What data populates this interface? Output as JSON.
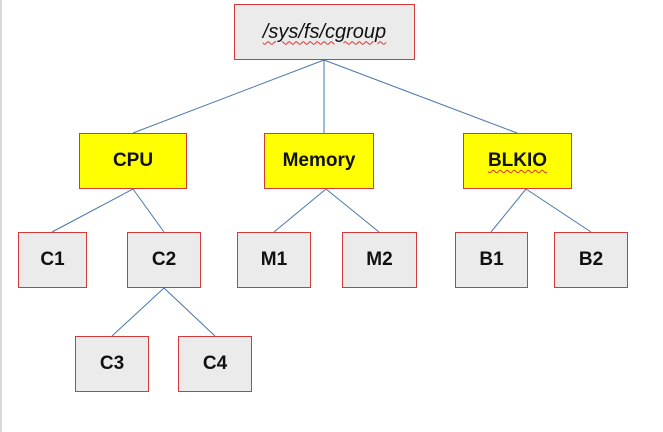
{
  "root": {
    "label": "/sys/fs/cgroup"
  },
  "controllers": {
    "cpu": {
      "label": "CPU"
    },
    "memory": {
      "label": "Memory"
    },
    "blkio": {
      "label": "BLKIO"
    }
  },
  "groups": {
    "c1": "C1",
    "c2": "C2",
    "c3": "C3",
    "c4": "C4",
    "m1": "M1",
    "m2": "M2",
    "b1": "B1",
    "b2": "B2"
  },
  "colors": {
    "root_fill": "#ebebeb",
    "controller_fill": "#ffff00",
    "leaf_fill": "#ebebeb",
    "node_border": "#d43a3a",
    "edge": "#4a77a8"
  }
}
